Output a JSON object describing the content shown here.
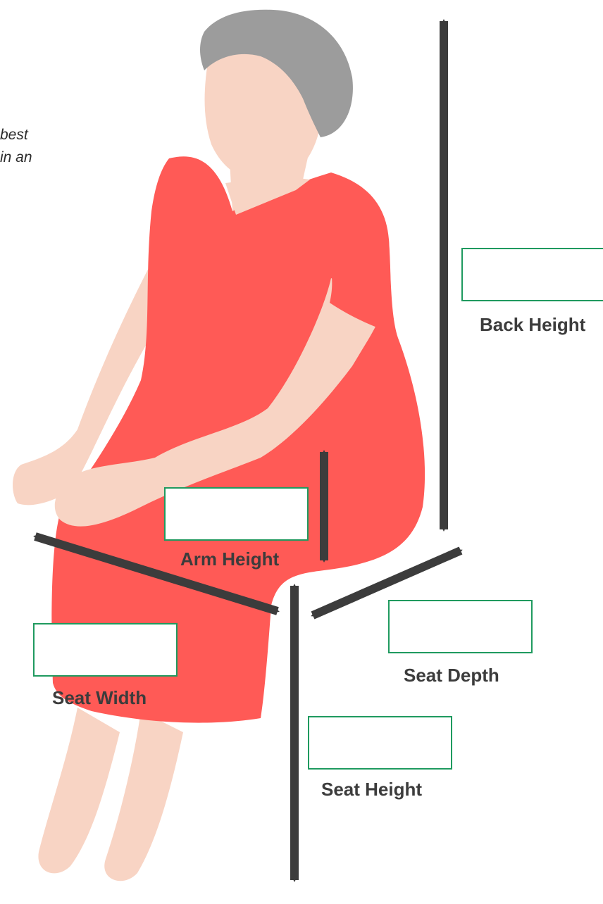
{
  "intro_text": {
    "line1": "best",
    "line2": "in an"
  },
  "measurements": {
    "back_height": {
      "label": "Back Height",
      "value": ""
    },
    "arm_height": {
      "label": "Arm Height",
      "value": ""
    },
    "seat_width": {
      "label": "Seat Width",
      "value": ""
    },
    "seat_depth": {
      "label": "Seat Depth",
      "value": ""
    },
    "seat_height": {
      "label": "Seat Height",
      "value": ""
    }
  },
  "colors": {
    "dress": "#ff5a56",
    "skin": "#f8d4c4",
    "hair": "#9c9c9c",
    "arrow": "#3c3c3c",
    "field_border": "#1f9a5f",
    "label_text": "#3c3c3c"
  }
}
